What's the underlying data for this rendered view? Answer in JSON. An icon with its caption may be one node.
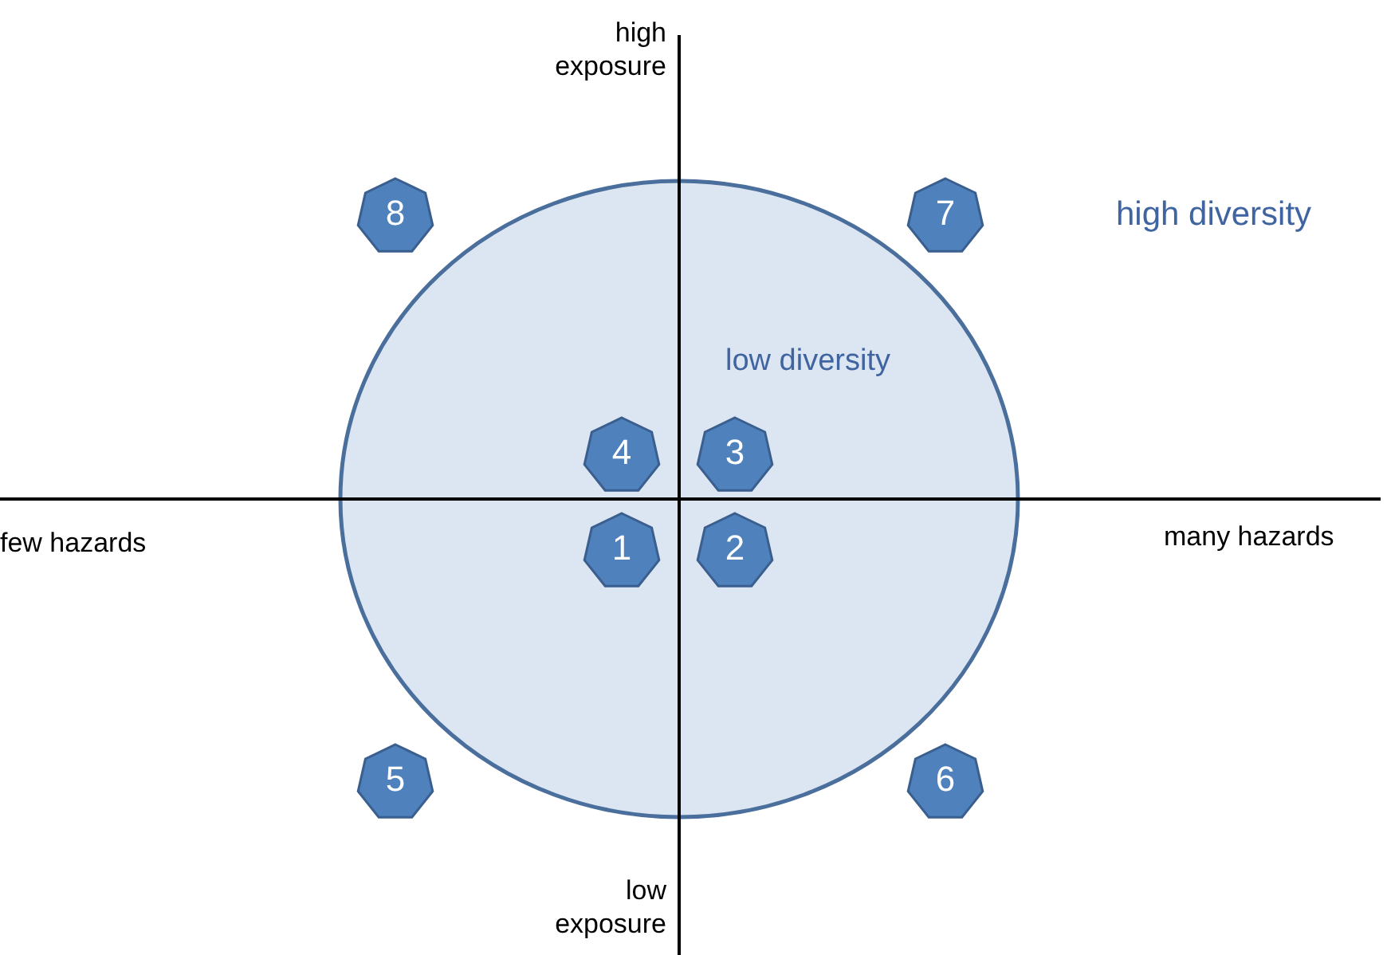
{
  "diagram": {
    "nodes": [
      {
        "text": [
          "8"
        ]
      },
      {
        "text": [
          "7"
        ]
      },
      {
        "text": [
          "low diversity"
        ]
      },
      {
        "text": [
          "4"
        ],
        "in": 2
      },
      {
        "text": [
          "3"
        ],
        "in": 2
      },
      {
        "text": [
          "1"
        ],
        "in": 2
      },
      {
        "text": [
          "2"
        ],
        "in": 2
      },
      {
        "text": [
          "5"
        ]
      },
      {
        "text": [
          "6"
        ]
      }
    ],
    "edges": [],
    "labels": [
      "high exposure",
      "high diversity",
      "few hazards",
      "many hazards",
      "low exposure"
    ]
  }
}
